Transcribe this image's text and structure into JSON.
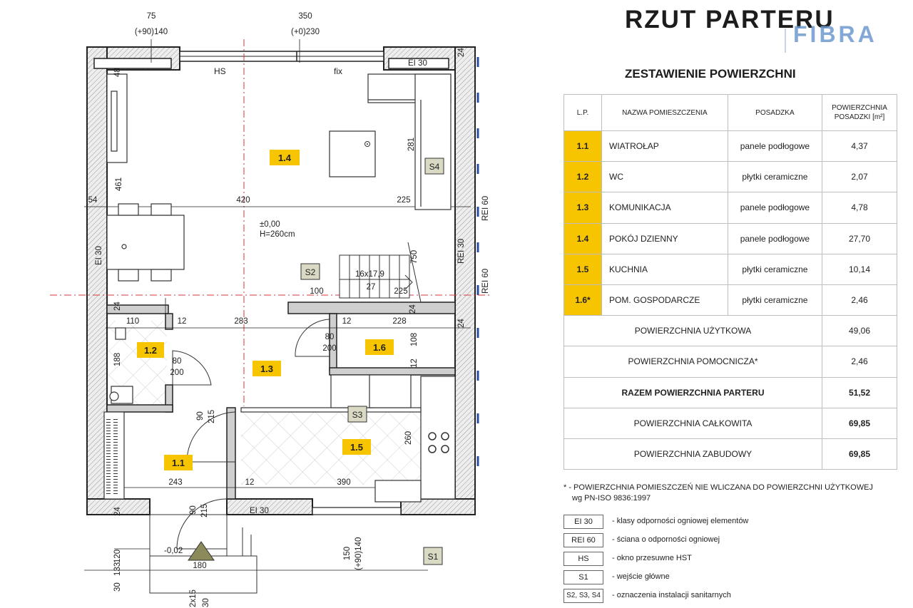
{
  "header": {
    "title": "RZUT PARTERU",
    "brand": "FIBRA",
    "subtitle": "ZESTAWIENIE POWIERZCHNI"
  },
  "table": {
    "headers": [
      "L.P.",
      "NAZWA POMIESZCZENIA",
      "POSADZKA",
      "POWIERZCHNIA POSADZKI [m²]"
    ],
    "rooms": [
      {
        "lp": "1.1",
        "name": "WIATROŁAP",
        "floor": "panele podłogowe",
        "area": "4,37"
      },
      {
        "lp": "1.2",
        "name": "WC",
        "floor": "płytki ceramiczne",
        "area": "2,07"
      },
      {
        "lp": "1.3",
        "name": "KOMUNIKACJA",
        "floor": "panele podłogowe",
        "area": "4,78"
      },
      {
        "lp": "1.4",
        "name": "POKÓJ DZIENNY",
        "floor": "panele podłogowe",
        "area": "27,70"
      },
      {
        "lp": "1.5",
        "name": "KUCHNIA",
        "floor": "płytki ceramiczne",
        "area": "10,14"
      },
      {
        "lp": "1.6*",
        "name": "POM. GOSPODARCZE",
        "floor": "płytki ceramiczne",
        "area": "2,46"
      }
    ],
    "summary": [
      {
        "label": "POWIERZCHNIA UŻYTKOWA",
        "value": "49,06"
      },
      {
        "label": "POWIERZCHNIA POMOCNICZA*",
        "value": "2,46"
      },
      {
        "label": "RAZEM POWIERZCHNIA PARTERU",
        "value": "51,52"
      },
      {
        "label": "POWIERZCHNIA CAŁKOWITA",
        "value": "69,85"
      },
      {
        "label": "POWIERZCHNIA ZABUDOWY",
        "value": "69,85"
      }
    ]
  },
  "footnote": {
    "line1": "* - POWIERZCHNIA POMIESZCZEŃ NIE WLICZANA DO POWIERZCHNI UŻYTKOWEJ",
    "line2": "wg PN-ISO 9836:1997"
  },
  "legend": [
    {
      "key": "EI 30",
      "text": "- klasy odporności ogniowej elementów"
    },
    {
      "key": "REI 60",
      "text": "- ściana o odporności ogniowej"
    },
    {
      "key": "HS",
      "text": "- okno przesuwne HST"
    },
    {
      "key": "S1",
      "text": "- wejście główne"
    },
    {
      "key": "S2, S3, S4",
      "text": "- oznaczenia instalacji sanitarnych"
    }
  ],
  "plan": {
    "room_labels": {
      "r11": "1.1",
      "r12": "1.2",
      "r13": "1.3",
      "r14": "1.4",
      "r15": "1.5",
      "r16": "1.6"
    },
    "markers": {
      "s1": "S1",
      "s2": "S2",
      "s3": "S3",
      "s4": "S4"
    },
    "level": "±0,00",
    "height": "H=260cm",
    "stairs": "16x17,9",
    "entrance_level": "-0,02",
    "windows": {
      "hs": "HS",
      "fix": "fix"
    },
    "fire_labels": {
      "ei30_top": "EI 30",
      "ei30_left": "EI 30",
      "ei30_bottom": "EI 30",
      "rei60_a": "REI 60",
      "rei60_b": "REI 60",
      "rei30": "REI 30"
    },
    "dims": {
      "top_75": "75",
      "top_140": "(+90)140",
      "top_350": "350",
      "top_230": "(+0)230",
      "d461": "461",
      "d420": "420",
      "d225a": "225",
      "d225b": "225",
      "d281": "281",
      "d100": "100",
      "d27": "27",
      "d750": "750",
      "d283": "283",
      "d12a": "12",
      "d12b": "12",
      "d12c": "12",
      "d12d": "12",
      "d228": "228",
      "d110": "110",
      "d80a": "80",
      "d200a": "200",
      "d80b": "80",
      "d200b": "200",
      "d90a": "90",
      "d215a": "215",
      "d90b": "90",
      "d215b": "215",
      "d188": "188",
      "d108": "108",
      "d260": "260",
      "d243": "243",
      "d390": "390",
      "d150": "150",
      "d140b": "(+90)140",
      "d180": "180",
      "d120": "120",
      "d133": "133",
      "d30a": "30",
      "d30b": "30",
      "d2x15": "2x15",
      "d24a": "24",
      "d24b": "24",
      "d24c": "24",
      "d24d": "24",
      "d24e": "24",
      "d48": "48",
      "d54": "54"
    }
  }
}
